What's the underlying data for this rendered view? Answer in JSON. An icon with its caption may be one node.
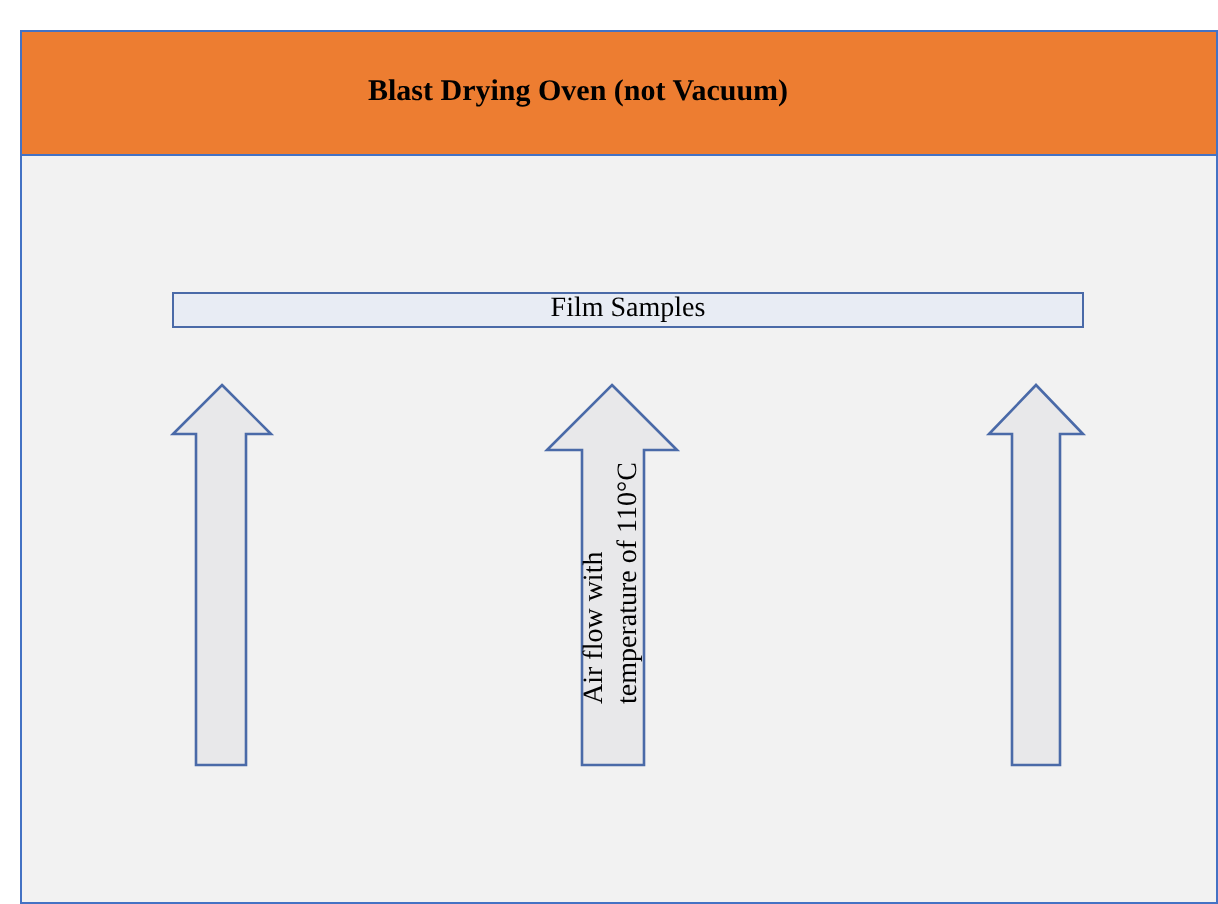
{
  "diagram": {
    "nodes": [
      {
        "text": [
          "Blast Drying Oven (not Vacuum)"
        ]
      },
      {
        "text": [
          "Film Samples"
        ],
        "in": 0
      },
      {
        "text": [],
        "shape": "arrow",
        "in": 0
      },
      {
        "text": [
          "Air flow with temperature of 110°C"
        ],
        "in": 0
      },
      {
        "text": [],
        "shape": "arrow",
        "in": 0
      }
    ],
    "edges": []
  }
}
